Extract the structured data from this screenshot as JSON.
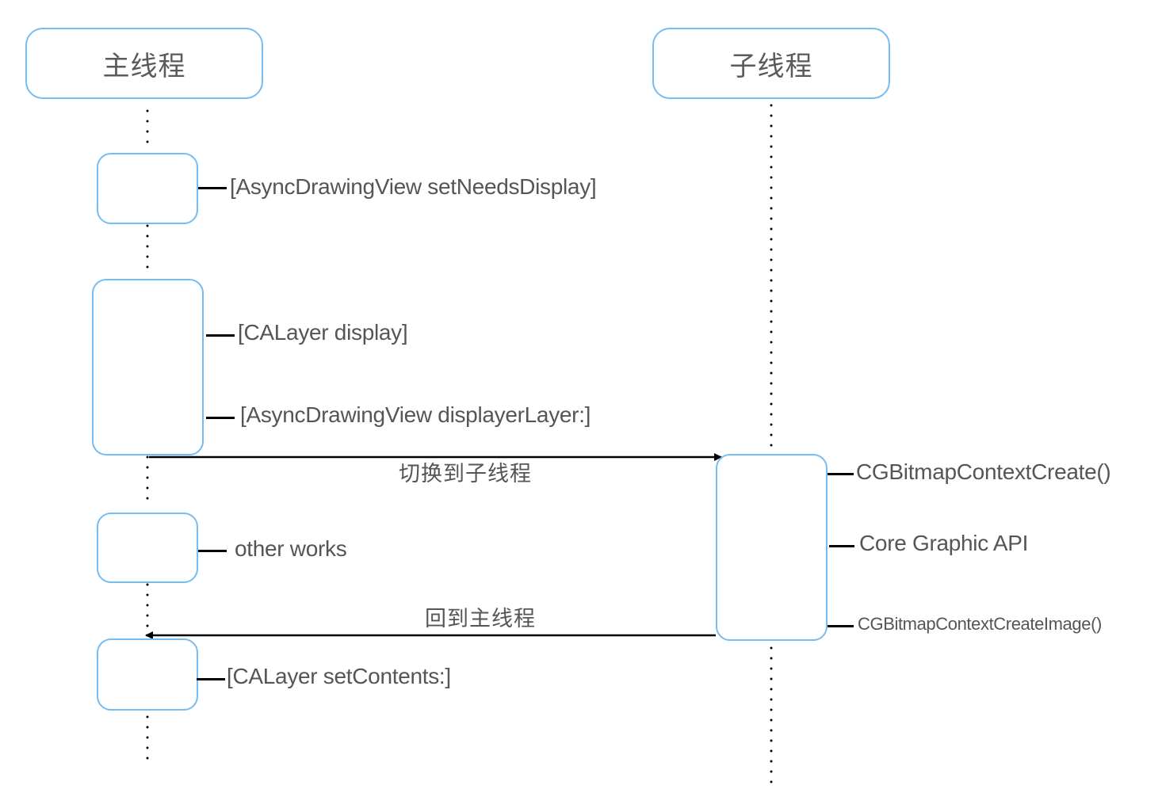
{
  "diagram": {
    "type": "sequence",
    "colors": {
      "box_border": "#74bcf4",
      "text": "#555555",
      "line": "#000000"
    },
    "participants": [
      {
        "id": "main",
        "label": "主线程"
      },
      {
        "id": "child",
        "label": "子线程"
      }
    ],
    "main_thread": {
      "steps": [
        {
          "id": "set-needs-display",
          "label": "[AsyncDrawingView setNeedsDisplay]"
        },
        {
          "id": "calayer-display",
          "label": "[CALayer display]"
        },
        {
          "id": "display-layer",
          "label": "[AsyncDrawingView displayerLayer:]"
        },
        {
          "id": "other-works",
          "label": "other works"
        },
        {
          "id": "set-contents",
          "label": "[CALayer setContents:]"
        }
      ]
    },
    "child_thread": {
      "steps": [
        {
          "id": "bitmap-context-create",
          "label": "CGBitmapContextCreate()"
        },
        {
          "id": "core-graphic-api",
          "label": "Core Graphic API"
        },
        {
          "id": "bitmap-context-create-image",
          "label": "CGBitmapContextCreateImage()"
        }
      ]
    },
    "messages": [
      {
        "from": "main",
        "to": "child",
        "label": "切换到子线程"
      },
      {
        "from": "child",
        "to": "main",
        "label": "回到主线程"
      }
    ]
  }
}
